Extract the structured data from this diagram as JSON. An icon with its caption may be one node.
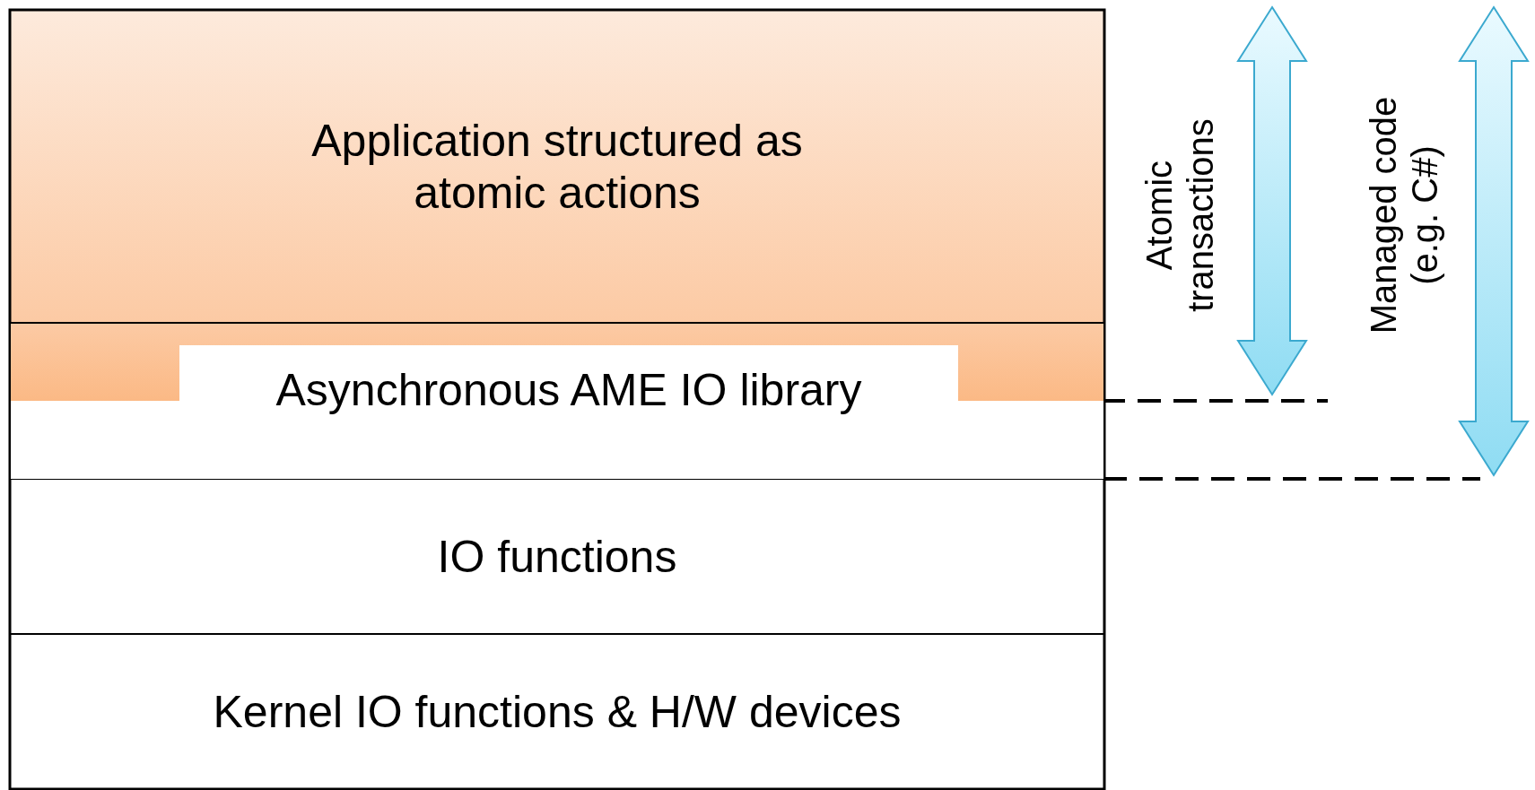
{
  "diagram": {
    "nodes": [
      {
        "text": [
          "Application structured as atomic actions"
        ]
      },
      {
        "text": [
          "Asynchronous AME IO library"
        ]
      },
      {
        "text": [
          "IO functions"
        ]
      },
      {
        "text": [
          "Kernel IO functions & H/W devices"
        ]
      }
    ],
    "labels": [
      "Atomic transactions",
      "Managed code (e.g. C#)"
    ]
  }
}
